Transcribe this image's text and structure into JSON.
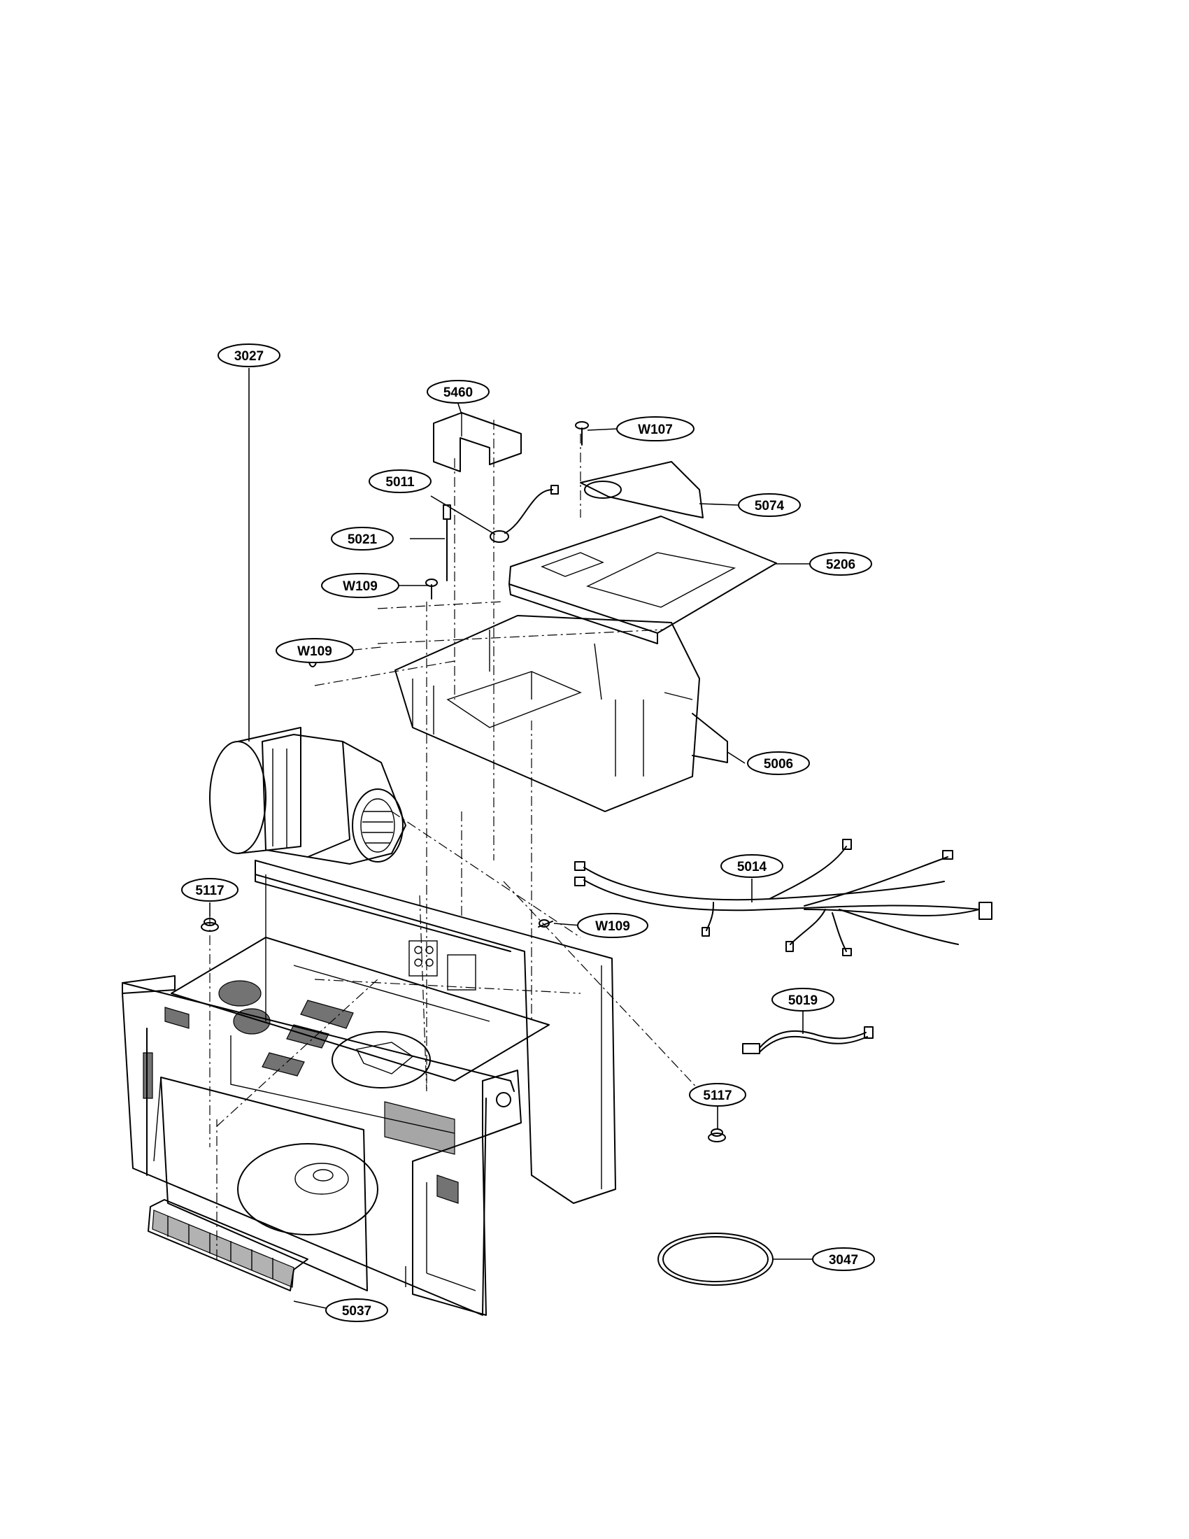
{
  "callouts": [
    {
      "id": "5460"
    },
    {
      "id": "W107"
    },
    {
      "id": "5011"
    },
    {
      "id": "5074"
    },
    {
      "id": "5021"
    },
    {
      "id": "5206"
    },
    {
      "id": "W109"
    },
    {
      "id": "W109"
    },
    {
      "id": "3027"
    },
    {
      "id": "5006"
    },
    {
      "id": "5014"
    },
    {
      "id": "5117"
    },
    {
      "id": "W109"
    },
    {
      "id": "5019"
    },
    {
      "id": "5117"
    },
    {
      "id": "3047"
    },
    {
      "id": "5037"
    }
  ]
}
